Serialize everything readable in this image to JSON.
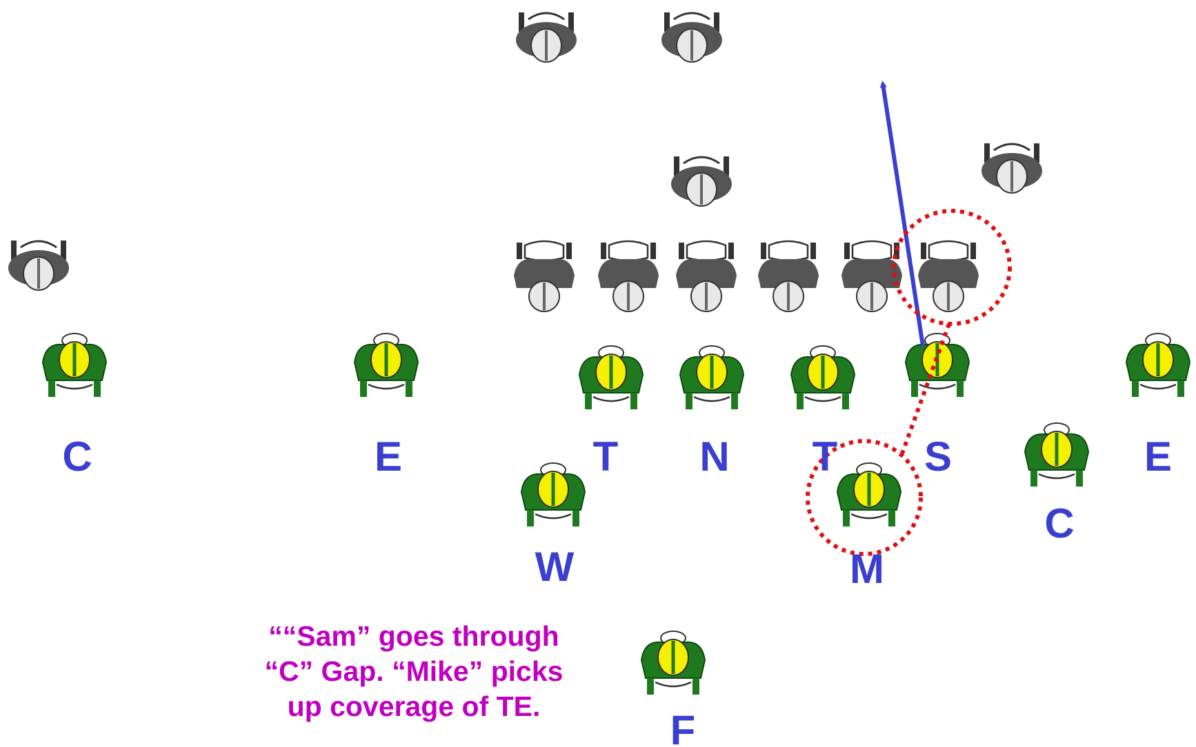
{
  "diagram": {
    "colors": {
      "background": "#ffffff",
      "label": "#3a3fd0",
      "caption": "#c000c0",
      "offense_body": "#555555",
      "defense_body": "#1f7a1f",
      "defense_helmet": "#f5f000",
      "arrow": "#3a3fd0",
      "highlight": "#e01010"
    },
    "offense": [
      {
        "id": "wr-left",
        "icon": "offense-player-icon"
      },
      {
        "id": "back-1",
        "icon": "offense-player-icon"
      },
      {
        "id": "back-2",
        "icon": "offense-player-icon"
      },
      {
        "id": "qb",
        "icon": "offense-player-icon"
      },
      {
        "id": "wing",
        "icon": "offense-player-icon"
      },
      {
        "id": "line-1",
        "icon": "offense-player-icon"
      },
      {
        "id": "line-2",
        "icon": "offense-player-icon"
      },
      {
        "id": "center",
        "icon": "offense-player-icon"
      },
      {
        "id": "line-3",
        "icon": "offense-player-icon"
      },
      {
        "id": "line-4",
        "icon": "offense-player-icon"
      },
      {
        "id": "tight-end",
        "icon": "offense-player-icon"
      }
    ],
    "defense": [
      {
        "label": "C",
        "icon": "defense-player-icon"
      },
      {
        "label": "E",
        "icon": "defense-player-icon"
      },
      {
        "label": "T",
        "icon": "defense-player-icon"
      },
      {
        "label": "N",
        "icon": "defense-player-icon"
      },
      {
        "label": "T",
        "icon": "defense-player-icon"
      },
      {
        "label": "S",
        "icon": "defense-player-icon"
      },
      {
        "label": "E",
        "icon": "defense-player-icon"
      },
      {
        "label": "W",
        "icon": "defense-player-icon"
      },
      {
        "label": "M",
        "icon": "defense-player-icon"
      },
      {
        "label": "C",
        "icon": "defense-player-icon"
      },
      {
        "label": "F",
        "icon": "defense-player-icon"
      }
    ],
    "caption": {
      "line1": "““Sam” goes through",
      "line2": "“C” Gap.  “Mike” picks",
      "line3": "up coverage of TE."
    }
  }
}
